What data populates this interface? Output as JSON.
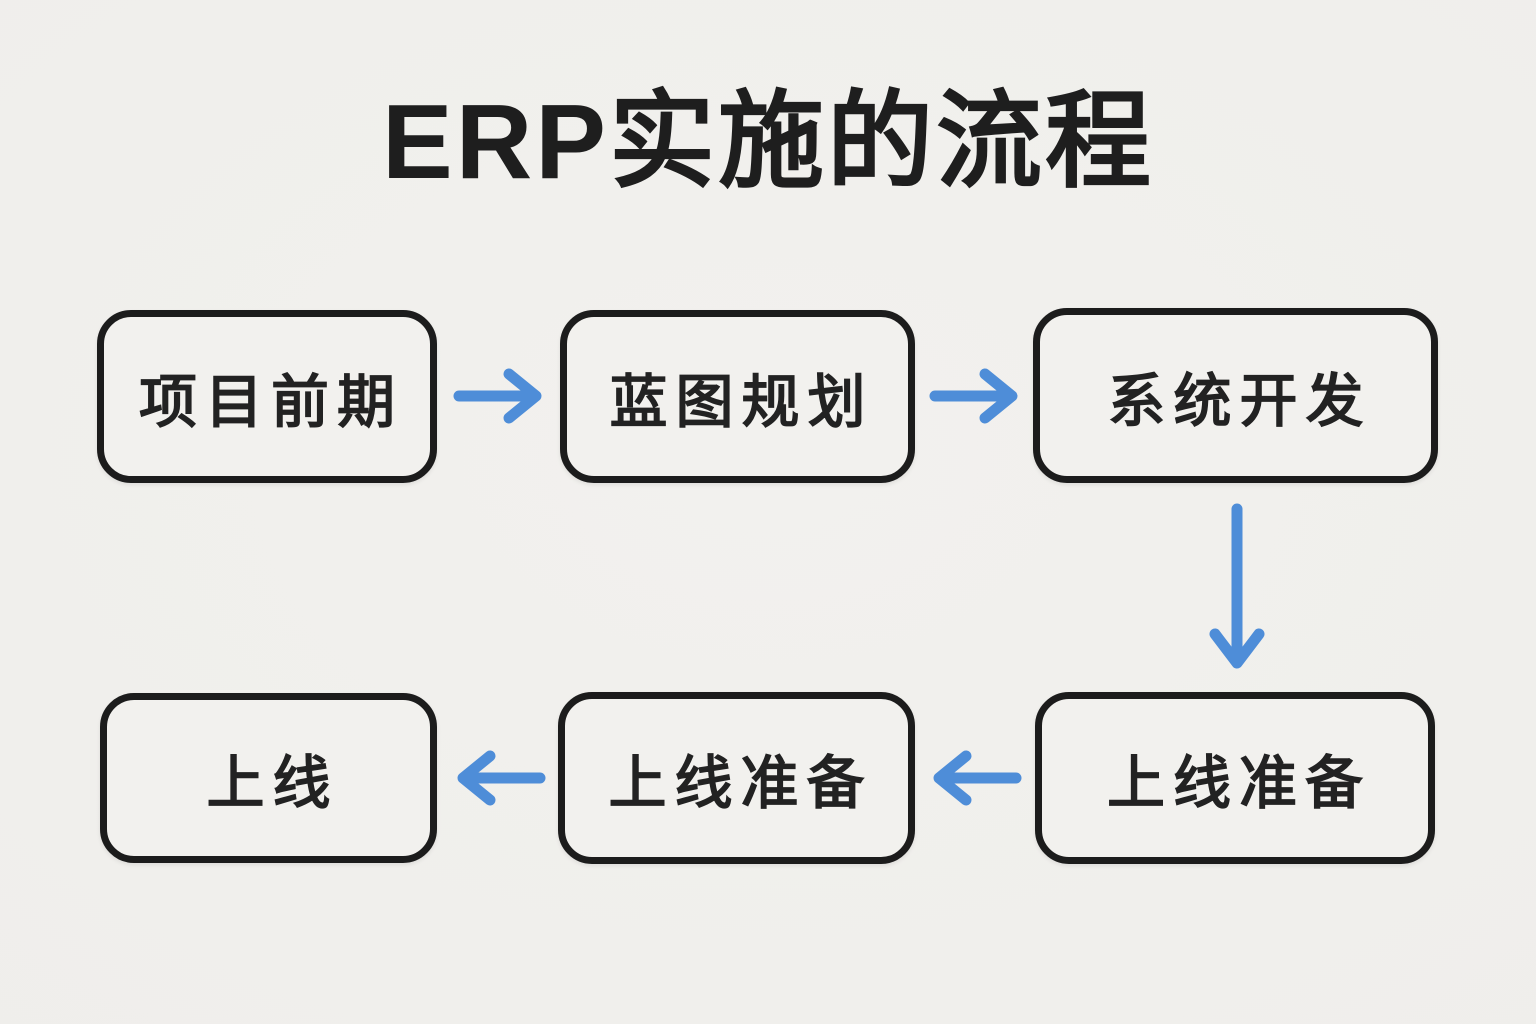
{
  "title": "ERP实施的流程",
  "colors": {
    "background": "#efeeeb",
    "box_fill": "#f2f1ee",
    "box_border": "#1c1c1c",
    "box_text": "#222222",
    "arrow": "#4e8dd8"
  },
  "flow": {
    "nodes": [
      {
        "id": "project-preparation",
        "label": "项目前期",
        "row": 1,
        "col": 1
      },
      {
        "id": "blueprint-planning",
        "label": "蓝图规划",
        "row": 1,
        "col": 2
      },
      {
        "id": "system-development",
        "label": "系统开发",
        "row": 1,
        "col": 3
      },
      {
        "id": "golive-preparation-right",
        "label": "上线准备",
        "row": 2,
        "col": 3
      },
      {
        "id": "golive-preparation-middle",
        "label": "上线准备",
        "row": 2,
        "col": 2
      },
      {
        "id": "go-live",
        "label": "上线",
        "row": 2,
        "col": 1
      }
    ],
    "edges": [
      {
        "from": "项目前期",
        "to": "蓝图规划",
        "direction": "right"
      },
      {
        "from": "蓝图规划",
        "to": "系统开发",
        "direction": "right"
      },
      {
        "from": "系统开发",
        "to": "上线准备",
        "direction": "down"
      },
      {
        "from": "上线准备",
        "to": "上线准备",
        "direction": "left"
      },
      {
        "from": "上线准备",
        "to": "上线",
        "direction": "left"
      }
    ]
  }
}
